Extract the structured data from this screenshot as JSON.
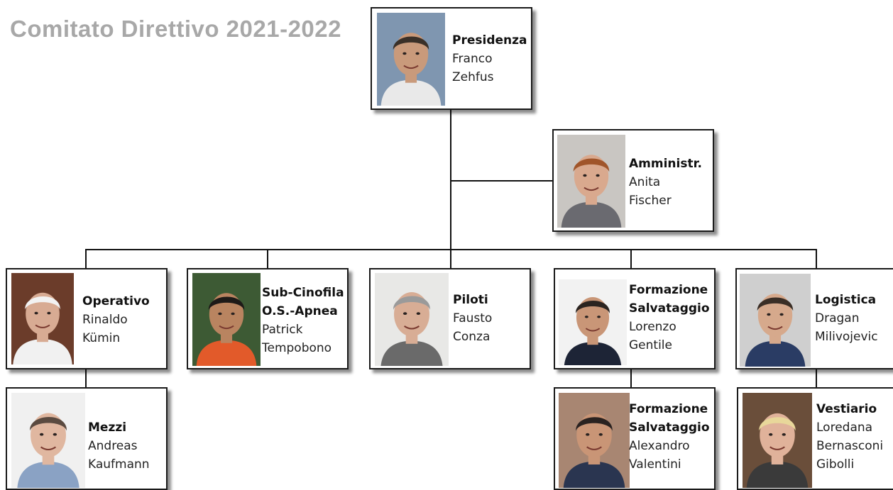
{
  "title": "Comitato Direttivo 2021-2022",
  "members": [
    {
      "id": "presidenza",
      "role": [
        "Presidenza"
      ],
      "name": [
        "Franco",
        "Zehfus"
      ],
      "icon": "portrait-icon",
      "bg": "#7f96b0",
      "skin": "#c99a7b",
      "hair": "#3a3028",
      "shirt": "#e9e9e9"
    },
    {
      "id": "amministr",
      "role": [
        "Amministr."
      ],
      "name": [
        "Anita",
        "Fischer"
      ],
      "icon": "portrait-icon",
      "bg": "#c9c6c2",
      "skin": "#d9a98e",
      "hair": "#a0552a",
      "shirt": "#6a6a70"
    },
    {
      "id": "operativo",
      "role": [
        "Operativo"
      ],
      "name": [
        "Rinaldo",
        "Kümin"
      ],
      "icon": "portrait-icon",
      "bg": "#6b3c2a",
      "skin": "#d8ab93",
      "hair": "#f2f2f2",
      "shirt": "#f1f1f1"
    },
    {
      "id": "sub-cinofila",
      "role": [
        "Sub-Cinofila",
        "O.S.-Apnea"
      ],
      "name": [
        "Patrick",
        "Tempobono"
      ],
      "icon": "portrait-icon",
      "bg": "#3d5a34",
      "skin": "#b98460",
      "hair": "#1e1a18",
      "shirt": "#e25a2a"
    },
    {
      "id": "piloti",
      "role": [
        "Piloti"
      ],
      "name": [
        "Fausto",
        "Conza"
      ],
      "icon": "portrait-icon",
      "bg": "#e8e8e6",
      "skin": "#d8ad95",
      "hair": "#9a9a9a",
      "shirt": "#6a6a6a"
    },
    {
      "id": "formazione-1",
      "role": [
        "Formazione",
        "Salvataggio"
      ],
      "name": [
        "Lorenzo",
        "Gentile"
      ],
      "icon": "portrait-icon",
      "bg": "#f2f2f2",
      "skin": "#c99677",
      "hair": "#2b2420",
      "shirt": "#1d2436"
    },
    {
      "id": "logistica",
      "role": [
        "Logistica"
      ],
      "name": [
        "Dragan",
        "Milivojevic"
      ],
      "icon": "portrait-icon",
      "bg": "#cfcfcf",
      "skin": "#d6a98c",
      "hair": "#3a2e26",
      "shirt": "#2a3c64"
    },
    {
      "id": "mezzi",
      "role": [
        "Mezzi"
      ],
      "name": [
        "Andreas",
        "Kaufmann"
      ],
      "icon": "portrait-icon",
      "bg": "#f0f0f0",
      "skin": "#e0b7a0",
      "hair": "#5a4a40",
      "shirt": "#8aa2c4"
    },
    {
      "id": "formazione-2",
      "role": [
        "Formazione",
        "Salvataggio"
      ],
      "name": [
        "Alexandro",
        "Valentini"
      ],
      "icon": "portrait-icon",
      "bg": "#a88672",
      "skin": "#c99576",
      "hair": "#2a2220",
      "shirt": "#2a3550"
    },
    {
      "id": "vestiario",
      "role": [
        "Vestiario"
      ],
      "name": [
        "Loredana",
        "Bernasconi",
        "Gibolli"
      ],
      "icon": "portrait-icon",
      "bg": "#6a4e3a",
      "skin": "#e0b29a",
      "hair": "#e8d79a",
      "shirt": "#3a3a3a"
    }
  ]
}
